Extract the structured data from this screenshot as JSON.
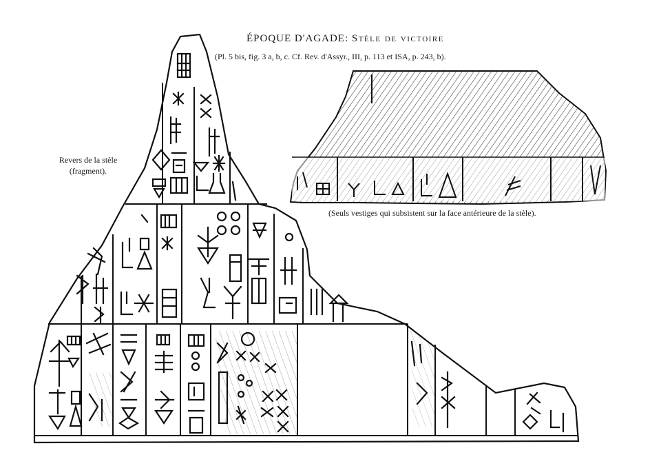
{
  "header": {
    "title_main": "ÉPOQUE D'AGADE: ",
    "title_sc": "Stèle de victoire",
    "subtitle": "(Pl. 5 bis, fig. 3 a, b, c. Cf. Rev. d'Assyr., III, p. 113 et ISA, p. 243, b)."
  },
  "captions": {
    "reverse_line1": "Revers de la stèle",
    "reverse_line2": "(fragment).",
    "front": "(Seuls vestiges qui subsistent sur la face antérieure de la stèle)."
  }
}
